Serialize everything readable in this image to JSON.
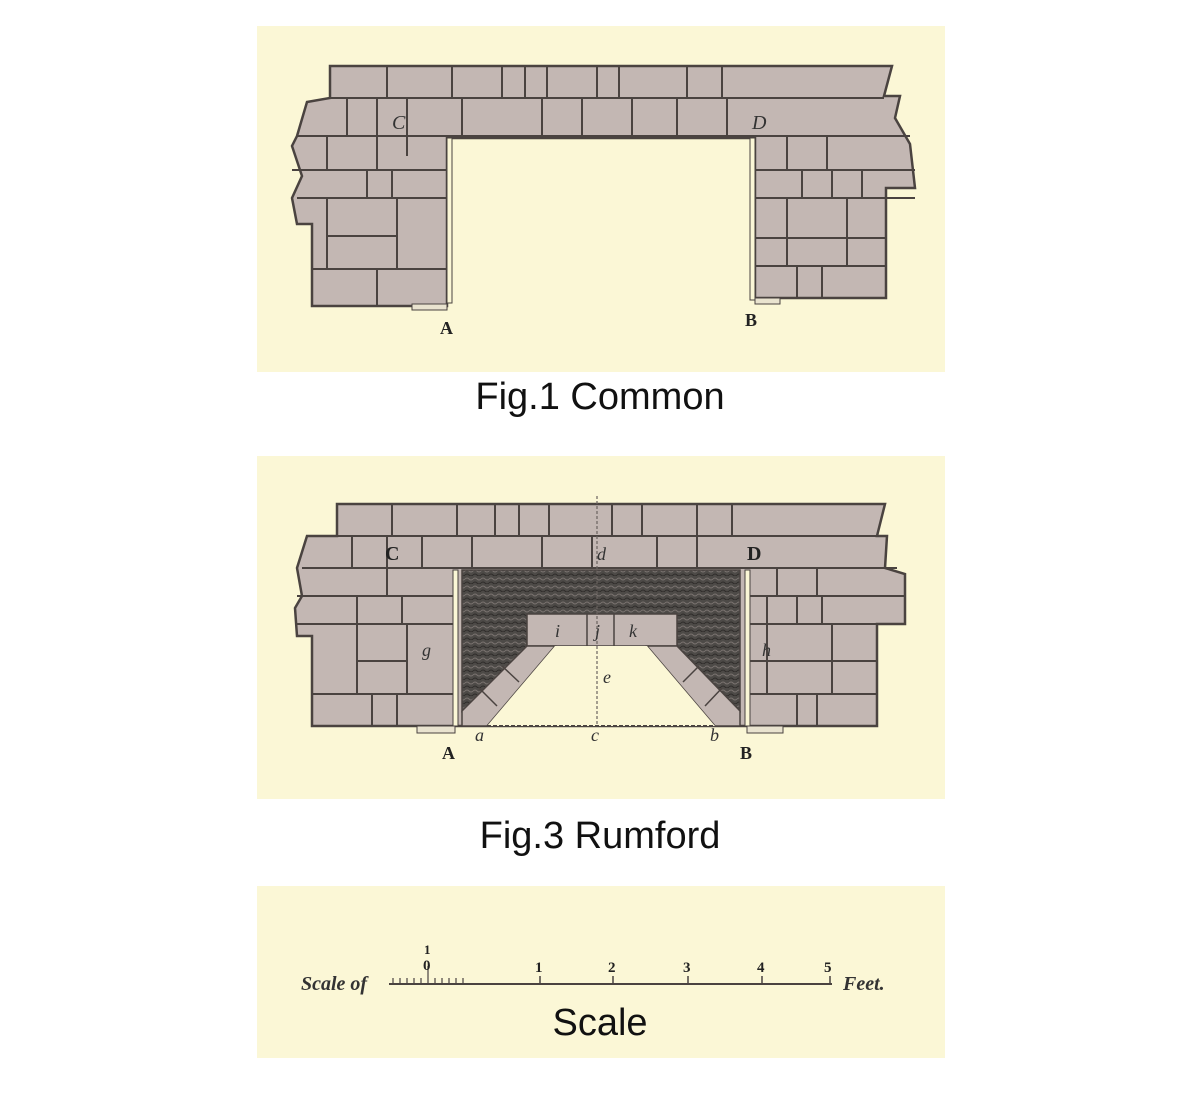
{
  "figures": [
    {
      "id": "fig1",
      "caption": "Fig.1 Common",
      "labels": {
        "A": "A",
        "B": "B",
        "C": "C",
        "D": "D"
      }
    },
    {
      "id": "fig3",
      "caption": "Fig.3 Rumford",
      "labels": {
        "A": "A",
        "B": "B",
        "C": "C",
        "D": "D",
        "a": "a",
        "b": "b",
        "c": "c",
        "d": "d",
        "e": "e",
        "g": "g",
        "h": "h",
        "i": "i",
        "j": "j",
        "k": "k"
      }
    }
  ],
  "scale": {
    "caption": "Scale",
    "prefix": "Scale of",
    "suffix": "Feet.",
    "sub_tick_label": "1",
    "zero_label": "0",
    "ticks": [
      "1",
      "2",
      "3",
      "4",
      "5"
    ]
  },
  "colors": {
    "background": "#fbf7d6",
    "masonry": "#c3b7b3",
    "mortar": "#4a4340",
    "rubble": "#4d4a47"
  }
}
